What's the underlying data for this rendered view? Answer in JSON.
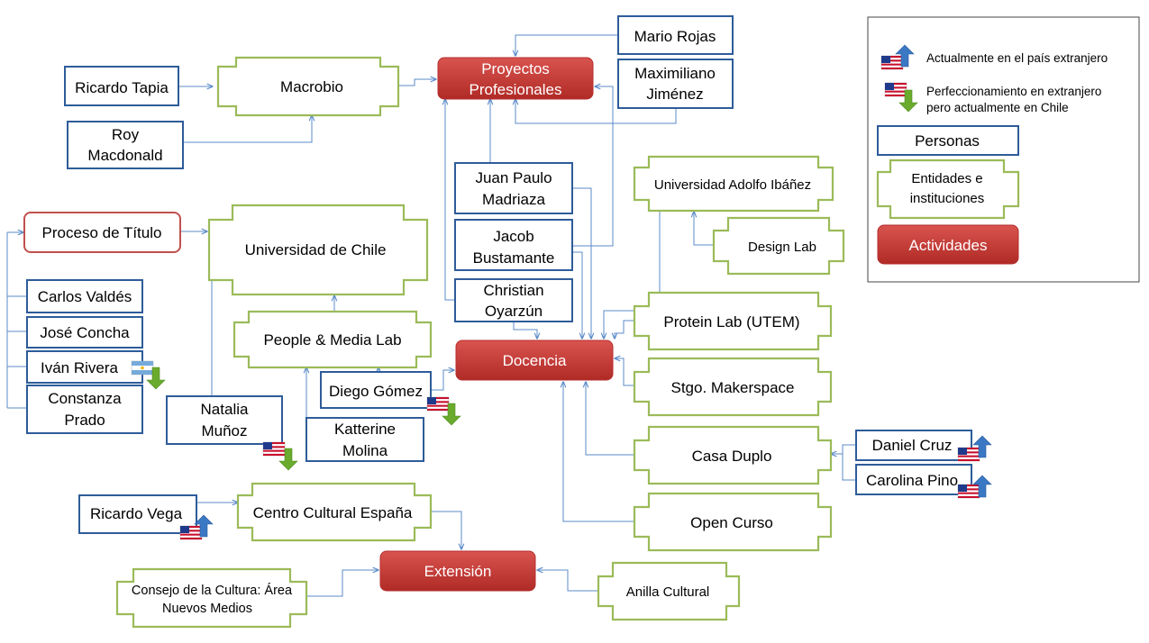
{
  "nodes": {
    "ricardo_tapia": "Ricardo Tapia",
    "macrobio": "Macrobio",
    "roy_l1": "Roy",
    "roy_l2": "Macdonald",
    "proyectos_l1": "Proyectos",
    "proyectos_l2": "Profesionales",
    "mario_rojas": "Mario Rojas",
    "maximiliano_l1": "Maximiliano",
    "maximiliano_l2": "Jiménez",
    "proceso_titulo": "Proceso de Título",
    "universidad_chile": "Universidad de Chile",
    "carlos_valdes": "Carlos Valdés",
    "jose_concha": "José Concha",
    "ivan_rivera": "Iván Rivera",
    "constanza_l1": "Constanza",
    "constanza_l2": "Prado",
    "people_media_lab": "People & Media Lab",
    "juan_paulo_l1": "Juan Paulo",
    "juan_paulo_l2": "Madriaza",
    "jacob_l1": "Jacob",
    "jacob_l2": "Bustamante",
    "christian_l1": "Christian",
    "christian_l2": "Oyarzún",
    "universidad_adolfo_ibanez": "Universidad Adolfo Ibáñez",
    "design_lab": "Design Lab",
    "protein_lab": "Protein Lab (UTEM)",
    "stgo_makerspace": "Stgo. Makerspace",
    "docencia": "Docencia",
    "diego_gomez": "Diego Gómez",
    "natalia_l1": "Natalia",
    "natalia_l2": "Muñoz",
    "katterine_l1": "Katterine",
    "katterine_l2": "Molina",
    "casa_duplo": "Casa Duplo",
    "daniel_cruz": "Daniel Cruz",
    "carolina_pino": "Carolina Pino",
    "ricardo_vega": "Ricardo Vega",
    "centro_cultural_espana": "Centro Cultural España",
    "open_curso": "Open Curso",
    "extension": "Extensión",
    "consejo_l1": "Consejo de la Cultura: Área",
    "consejo_l2": "Nuevos Medios",
    "anilla_cultural": "Anilla Cultural"
  },
  "legend": {
    "abroad_now": "Actualmente en el país extranjero",
    "returned_l1": "Perfeccionamiento en extranjero",
    "returned_l2": "pero actualmente en Chile",
    "personas": "Personas",
    "entidades_l1": "Entidades e",
    "entidades_l2": "instituciones",
    "actividades": "Actividades"
  },
  "colors": {
    "person_border": "#2e5c99",
    "entity_border": "#9bbb59",
    "activity_fill": "#c0392b",
    "connector": "#5b8bc9",
    "arrow_up": "#3b78c4",
    "arrow_down": "#6aab2e"
  }
}
